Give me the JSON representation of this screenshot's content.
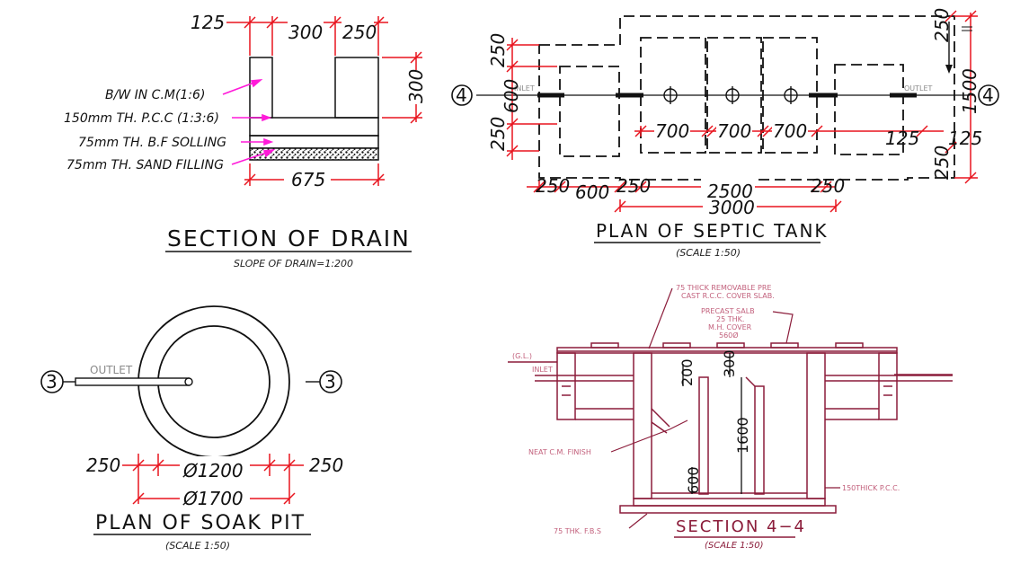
{
  "colors": {
    "dimension_red": "#e8141e",
    "leader_magenta": "#ff1ad9",
    "section_maroon": "#8b1c3a",
    "section_text_pink": "#c2607c",
    "line_black": "#111111"
  },
  "drain": {
    "dim_125": "125",
    "dim_300_top": "300",
    "dim_250": "250",
    "dim_300_side": "300",
    "dim_675": "675",
    "labels": [
      "B/W IN C.M(1:6)",
      "150mm TH. P.C.C (1:3:6)",
      "75mm TH. B.F SOLLING",
      "75mm TH. SAND FILLING"
    ],
    "title": "SECTION  OF  DRAIN",
    "subtitle": "SLOPE OF DRAIN=1:200"
  },
  "septic": {
    "section_mark": "4",
    "inlet": "INLET",
    "outlet": "OUTLET",
    "dim_250_left_top": "250",
    "dim_600_left": "600",
    "dim_250_left_bottom": "250",
    "dim_700_a": "700",
    "dim_700_b": "700",
    "dim_700_c": "700",
    "dim_125_a": "125",
    "dim_125_b": "125",
    "dim_250_right_top": "250",
    "dim_1500": "1500",
    "dim_250_right_bottom": "250",
    "dim_250_bottom_a": "250",
    "dim_600_bottom": "600",
    "dim_250_bottom_b": "250",
    "dim_2500": "2500",
    "dim_250_bottom_c": "250",
    "dim_3000": "3000",
    "title": "PLAN  OF  SEPTIC  TANK",
    "scale": "(SCALE 1:50)"
  },
  "soak": {
    "section_mark": "3",
    "outlet": "OUTLET",
    "dim_250_left": "250",
    "dim_250_right": "250",
    "dia_inner": "Ø1200",
    "dia_outer": "Ø1700",
    "title": "PLAN  OF  SOAK  PIT",
    "scale": "(SCALE 1:50)"
  },
  "section44": {
    "cover_note_1": "75 THICK REMOVABLE PRE",
    "cover_note_2": "CAST R.C.C. COVER SLAB.",
    "precast_1": "PRECAST SALB",
    "precast_2": "25 THK.",
    "precast_3": "M.H. COVER",
    "precast_4": "560Ø",
    "gl": "(G.L.)",
    "inlet": "INLET",
    "dim_200": "200",
    "dim_300": "300",
    "dim_1600": "1600",
    "dim_600": "600",
    "finish": "NEAT C.M. FINISH",
    "pcc": "150THICK P.C.C.",
    "fbs": "75 THK. F.B.S",
    "title": "SECTION  4−4",
    "scale": "(SCALE 1:50)"
  }
}
